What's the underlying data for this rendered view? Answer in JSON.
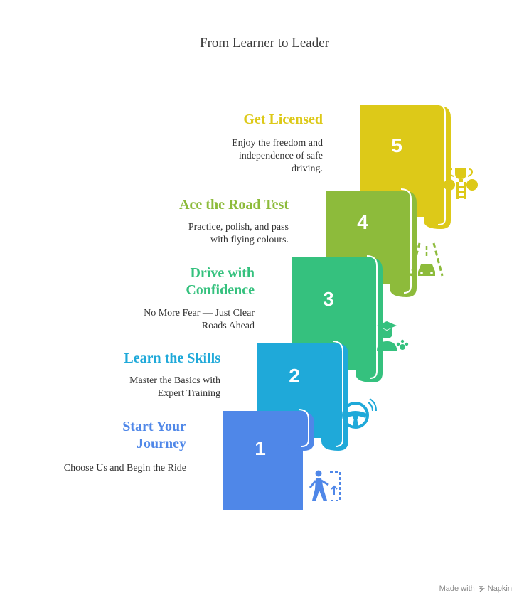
{
  "title": "From Learner to Leader",
  "steps": [
    {
      "number": "1",
      "title_line1": "Start Your",
      "title_line2": "Journey",
      "desc_line1": "Choose Us and Begin the Ride",
      "desc_line2": "",
      "color": "#4F87E8",
      "icon": "walking-person-icon"
    },
    {
      "number": "2",
      "title_line1": "Learn the Skills",
      "title_line2": "",
      "desc_line1": "Master the Basics with",
      "desc_line2": "Expert Training",
      "color": "#1FA9D9",
      "icon": "steering-wheel-icon"
    },
    {
      "number": "3",
      "title_line1": "Drive with",
      "title_line2": "Confidence",
      "desc_line1": "No More Fear — Just Clear",
      "desc_line2": "Roads Ahead",
      "color": "#35C17E",
      "icon": "graduate-icon"
    },
    {
      "number": "4",
      "title_line1": "Ace the Road Test",
      "title_line2": "",
      "desc_line1": "Practice, polish, and pass",
      "desc_line2": "with flying colours.",
      "color": "#8DBB3B",
      "icon": "road-car-icon"
    },
    {
      "number": "5",
      "title_line1": "Get Licensed",
      "title_line2": "",
      "desc_line1": "Enjoy the freedom and",
      "desc_line2": "independence of safe",
      "desc_line3": "driving.",
      "color": "#DDC918",
      "icon": "trophy-ladder-icon"
    }
  ],
  "footer": {
    "prefix": "Made with",
    "brand": "Napkin"
  }
}
